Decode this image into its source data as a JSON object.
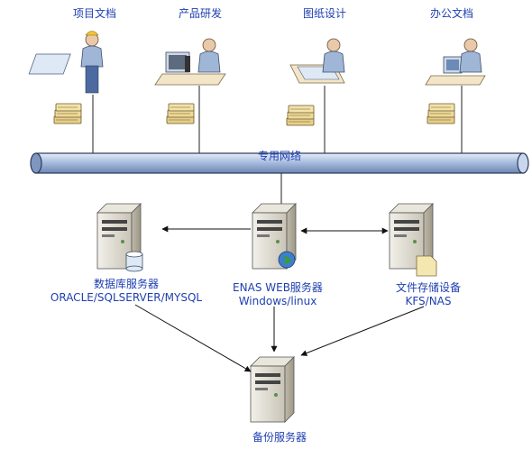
{
  "departments": [
    {
      "label": "项目文档"
    },
    {
      "label": "产品研发"
    },
    {
      "label": "图纸设计"
    },
    {
      "label": "办公文档"
    }
  ],
  "network": {
    "label": "专用网络"
  },
  "servers": {
    "database": {
      "line1": "数据库服务器",
      "line2": "ORACLE/SQLSERVER/MYSQL"
    },
    "web": {
      "line1": "ENAS WEB服务器",
      "line2": "Windows/linux"
    },
    "storage": {
      "line1": "文件存储设备",
      "line2": "KFS/NAS"
    },
    "backup": {
      "line1": "备份服务器"
    }
  },
  "colors": {
    "label": "#1f3fb0",
    "pipe": "#b7c9e6",
    "pipe_edge": "#2a3a5c",
    "server": "#d8d4c8"
  }
}
